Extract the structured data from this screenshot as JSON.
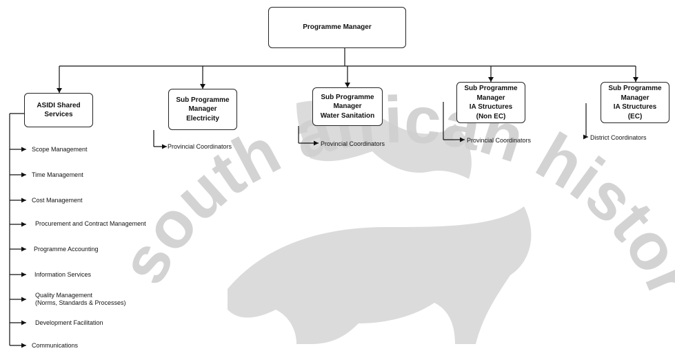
{
  "watermark": {
    "text": "south african history archive"
  },
  "chart": {
    "top": "Programme Manager",
    "boxes": [
      {
        "key": "asidi",
        "label": "ASIDI Shared\nServices"
      },
      {
        "key": "electricity",
        "label": "Sub Programme\nManager\nElectricity"
      },
      {
        "key": "water",
        "label": "Sub Programme\nManager\nWater Sanitation"
      },
      {
        "key": "ia-nonec",
        "label": "Sub Programme\nManager\nIA Structures\n(Non EC)"
      },
      {
        "key": "ia-ec",
        "label": "Sub Programme\nManager\nIA Structures\n(EC)"
      }
    ],
    "coordinators": [
      "Provincial Coordinators",
      "Provincial Coordinators",
      "Provincial Coordinators",
      "District Coordinators"
    ],
    "services": [
      "Scope Management",
      "Time Management",
      "Cost Management",
      "Procurement and Contract Management",
      "Programme Accounting",
      "Information Services",
      "Quality Management\n(Norms, Standards & Processes)",
      "Development Facilitation",
      "Communications"
    ]
  }
}
